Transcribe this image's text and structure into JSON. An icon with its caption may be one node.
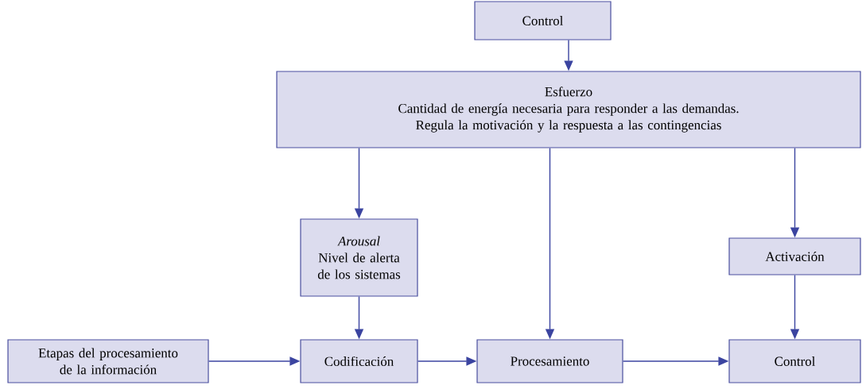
{
  "diagram": {
    "nodes": [
      {
        "text": [
          "Control"
        ]
      },
      {
        "text": [
          "Esfuerzo",
          "Cantidad de energía necesaria para responder a las demandas.",
          "Regula la motivación y la respuesta a las contingencias"
        ]
      },
      {
        "text": [
          "Arousal",
          "Nivel de alerta de los sistemas"
        ]
      },
      {
        "text": [
          "Activación"
        ]
      },
      {
        "text": [
          "Etapas del procesamiento de la información"
        ]
      },
      {
        "text": [
          "Codificación"
        ]
      },
      {
        "text": [
          "Procesamiento"
        ]
      },
      {
        "text": [
          "Control"
        ]
      }
    ],
    "edges": [
      {
        "from": 0,
        "to": 1,
        "arrow": "to"
      },
      {
        "from": 1,
        "to": 2,
        "arrow": "to"
      },
      {
        "from": 1,
        "to": 6,
        "arrow": "to"
      },
      {
        "from": 1,
        "to": 3,
        "arrow": "to"
      },
      {
        "from": 2,
        "to": 5,
        "arrow": "to"
      },
      {
        "from": 3,
        "to": 7,
        "arrow": "to"
      },
      {
        "from": 4,
        "to": 5,
        "arrow": "to"
      },
      {
        "from": 5,
        "to": 6,
        "arrow": "to"
      },
      {
        "from": 6,
        "to": 7,
        "arrow": "to"
      }
    ]
  }
}
